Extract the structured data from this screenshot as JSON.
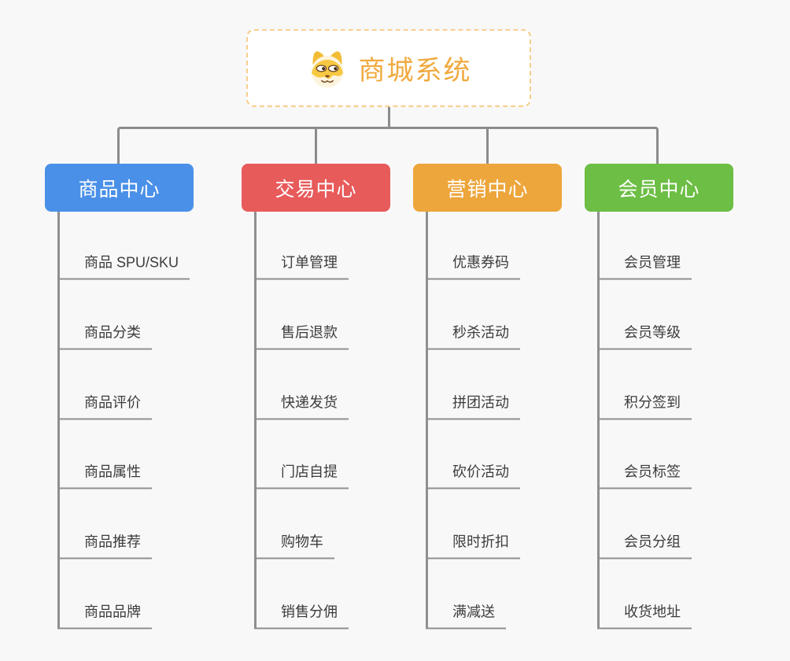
{
  "page": {
    "background": "#f8f8f8"
  },
  "connectors": {
    "color": "#8c8c8c",
    "child_line_color": "#8f8f8f"
  },
  "root": {
    "title": "商城系统",
    "icon": "dog-face-icon",
    "text_color": "#f0a93e",
    "border_color": "#f6ce8c",
    "background": "#ffffff"
  },
  "branches": [
    {
      "label": "商品中心",
      "color": "#4a90e8",
      "children": [
        "商品 SPU/SKU",
        "商品分类",
        "商品评价",
        "商品属性",
        "商品推荐",
        "商品品牌"
      ]
    },
    {
      "label": "交易中心",
      "color": "#e85b5b",
      "children": [
        "订单管理",
        "售后退款",
        "快递发货",
        "门店自提",
        "购物车",
        "销售分佣"
      ]
    },
    {
      "label": "营销中心",
      "color": "#eda63c",
      "children": [
        "优惠券码",
        "秒杀活动",
        "拼团活动",
        "砍价活动",
        "限时折扣",
        "满减送"
      ]
    },
    {
      "label": "会员中心",
      "color": "#6cbe44",
      "children": [
        "会员管理",
        "会员等级",
        "积分签到",
        "会员标签",
        "会员分组",
        "收货地址"
      ]
    }
  ]
}
